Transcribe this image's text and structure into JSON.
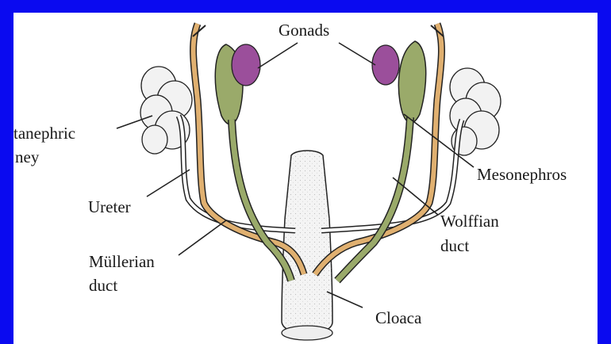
{
  "diagram": {
    "colors": {
      "frame": "#0a0af0",
      "background": "#ffffff",
      "gonad": "#9b4f9b",
      "mesonephros": "#9aaa6a",
      "mullerian_duct": "#e0b070",
      "kidney": "#f2f2f2",
      "outline": "#1a1a1a"
    },
    "labels": {
      "gonads": "Gonads",
      "kidney_line1": "tanephric",
      "kidney_line2": "ney",
      "ureter": "Ureter",
      "mullerian_line1": "Müllerian",
      "mullerian_line2": "duct",
      "mesonephros": "Mesonephros",
      "wolffian_line1": "Wolffian",
      "wolffian_line2": "duct",
      "cloaca": "Cloaca"
    }
  }
}
